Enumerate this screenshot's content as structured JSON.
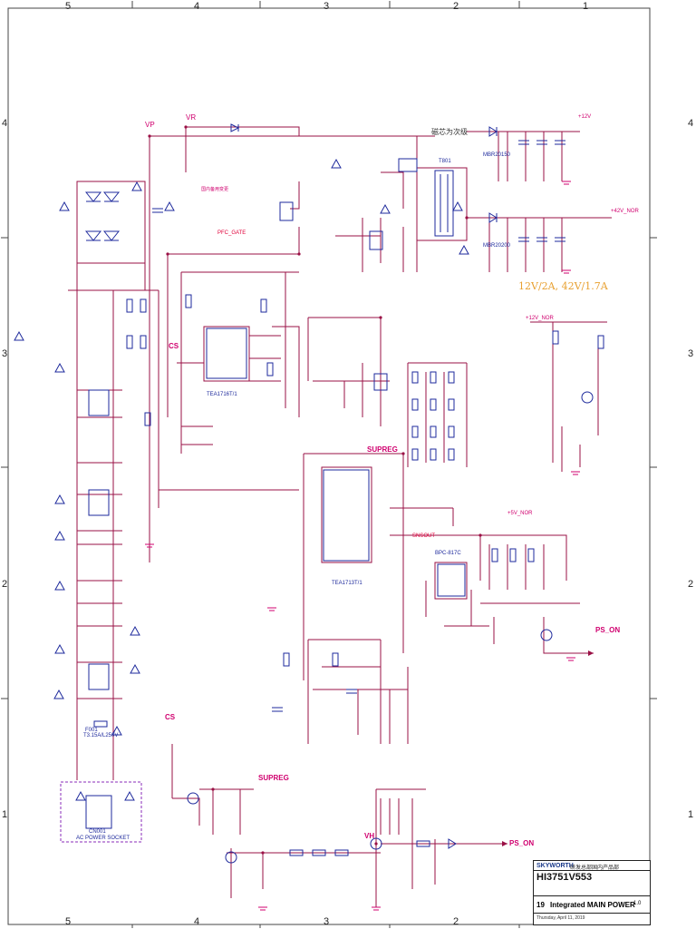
{
  "zones": {
    "columns": [
      "5",
      "4",
      "3",
      "2",
      "1"
    ],
    "rows": [
      "4",
      "3",
      "2",
      "1"
    ]
  },
  "labels": {
    "cn_secondary": "磁芯为次级",
    "cn_pfc_note": "国内备用变更",
    "output_rating": "12V/2A, 42V/1.7A",
    "cs_top": "CS",
    "cs_bottom": "CS",
    "suppreg_top": "SUPREG",
    "suppreg_bottom": "SUPREG",
    "vh": "VH",
    "vr": "VR",
    "vp": "VP",
    "pfc_gate": "PFC_GATE",
    "snsout": "SNSOUT",
    "plus_12v_nor": "+12V_NOR",
    "plus_42v_nor": "+42V_NOR",
    "plus_12v": "+12V",
    "plus_5v_nor": "+5V_NOR",
    "ps_on_mid": "PS_ON",
    "ps_on_bottom": "PS_ON",
    "ic_main": "TEA1713T/1",
    "ic_pfc": "TEA1716T/1",
    "ic_opto": "BPC-817C",
    "conn_ac": "CN001",
    "conn_ac_name": "AC POWER SOCKET",
    "fuse": "F001",
    "fuse_rating": "T3.15A/L250V",
    "transformer": "T801",
    "rectifier_1": "MBR20150",
    "rectifier_2": "MBR20200"
  },
  "title_block": {
    "brand": "SKYWORTH",
    "company": "研发总部国内产品部",
    "model": "HI3751V553",
    "sheet_number": "19",
    "sheet_title": "Integrated MAIN POWER",
    "date": "Thursday, April 11, 2019",
    "revision": "1.0"
  },
  "colors": {
    "wire": "#9a1045",
    "component": "#1e2a9c",
    "net_label": "#d0006f",
    "text": "#222222",
    "border": "#444444",
    "warning": "#1e2a9c",
    "boundary": "#8a2bb8"
  }
}
